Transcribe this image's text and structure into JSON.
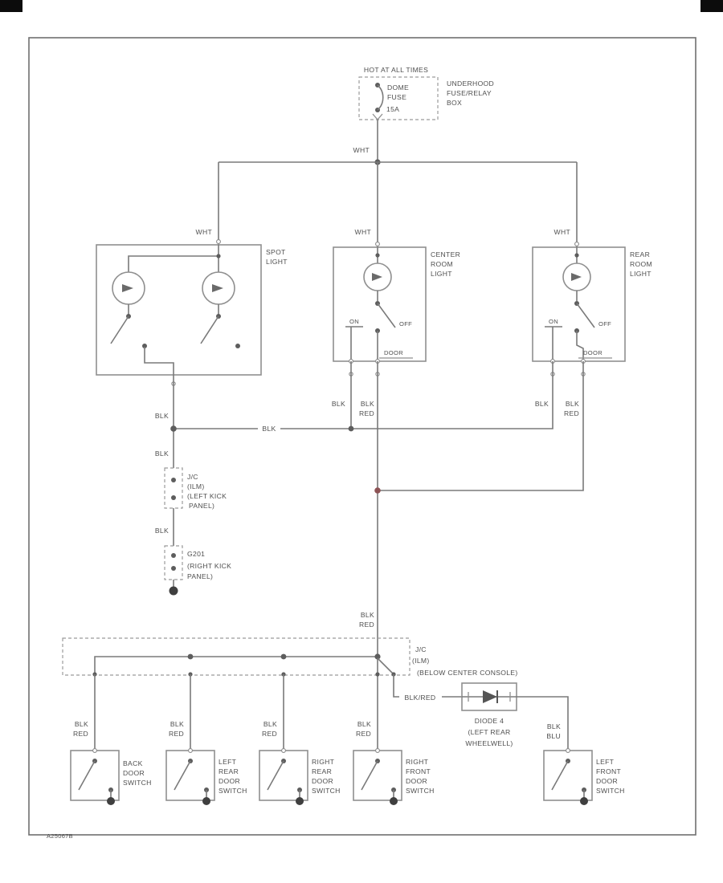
{
  "wire_colors": {
    "wht": "WHT",
    "blk": "BLK",
    "red": "RED",
    "blu": "BLU",
    "blk_red": "BLK/RED"
  },
  "power": {
    "hot": "HOT AT ALL TIMES",
    "fuse_line1": "DOME",
    "fuse_line2": "FUSE",
    "fuse_line3": "15A",
    "loc_line1": "UNDERHOOD",
    "loc_line2": "FUSE/RELAY",
    "loc_line3": "BOX"
  },
  "lamps": {
    "spot": {
      "line1": "SPOT",
      "line2": "LIGHT"
    },
    "center": {
      "line1": "CENTER",
      "line2": "ROOM",
      "line3": "LIGHT"
    },
    "rear": {
      "line1": "REAR",
      "line2": "ROOM",
      "line3": "LIGHT"
    }
  },
  "switch_positions": {
    "on": "ON",
    "off": "OFF",
    "door": "DOOR"
  },
  "connectors": {
    "kick": {
      "line1": "J/C",
      "line2": "(ILM)",
      "line3": "(LEFT KICK",
      "line4": "PANEL)"
    },
    "ground": {
      "line1": "G201",
      "line2": "(RIGHT KICK",
      "line3": "PANEL)"
    },
    "console": {
      "line1": "J/C",
      "line2": "(ILM)",
      "line3": "(BELOW CENTER CONSOLE)"
    },
    "diode": {
      "line1": "DIODE 4",
      "line2": "(LEFT REAR",
      "line3": "WHEELWELL)"
    }
  },
  "door_switches": {
    "back": {
      "line1": "BACK",
      "line2": "DOOR",
      "line3": "SWITCH"
    },
    "left_rear": {
      "line1": "LEFT",
      "line2": "REAR",
      "line3": "DOOR",
      "line4": "SWITCH"
    },
    "right_rear": {
      "line1": "RIGHT",
      "line2": "REAR",
      "line3": "DOOR",
      "line4": "SWITCH"
    },
    "right_front": {
      "line1": "RIGHT",
      "line2": "FRONT",
      "line3": "DOOR",
      "line4": "SWITCH"
    },
    "left_front": {
      "line1": "LEFT",
      "line2": "FRONT",
      "line3": "DOOR",
      "line4": "SWITCH"
    }
  },
  "footer": {
    "code": "A25067B"
  },
  "colors": {
    "wire_gray": "#7a7a7a",
    "wire_red": "#b4797b",
    "wire_blue": "#8486c8",
    "red_text": "#9a5a5c",
    "outline": "#8f8f8f",
    "text": "#4f4f4f"
  }
}
